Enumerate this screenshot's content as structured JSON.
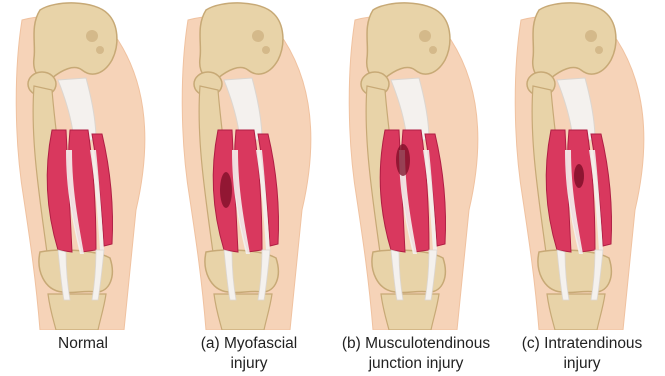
{
  "panels": [
    {
      "id": "normal",
      "caption_lines": [
        "Normal"
      ],
      "injury": "none"
    },
    {
      "id": "myofascial",
      "caption_lines": [
        "(a) Myofascial",
        "injury"
      ],
      "injury": "myofascial"
    },
    {
      "id": "musculotendinous",
      "caption_lines": [
        "(b) Musculotendinous",
        "junction injury"
      ],
      "injury": "musculotendinous-junction"
    },
    {
      "id": "intratendinous",
      "caption_lines": [
        "(c) Intratendinous",
        "injury"
      ],
      "injury": "intratendinous"
    }
  ],
  "colors": {
    "skin": "#f6d3b8",
    "skin_edge": "#f0c2a0",
    "bone": "#e8d3a8",
    "bone_shade": "#c7a976",
    "muscle": "#d9385e",
    "muscle_dark": "#b01e44",
    "tendon": "#f4f1ee",
    "injury": "#7a0c26"
  }
}
